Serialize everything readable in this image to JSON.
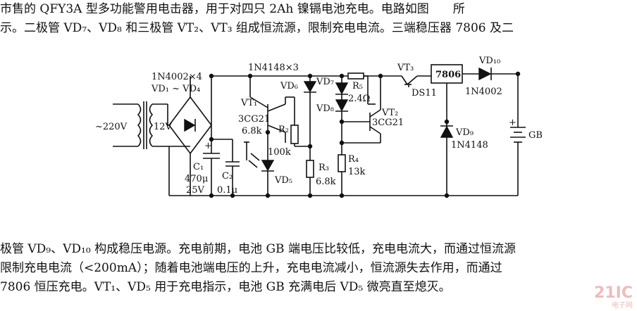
{
  "paragraph1": {
    "lines": [
      "市售的 QFY3A 型多功能警用电击器，用于对四只 2Ah 镍镉电池充电。电路如图　　所",
      "示。二极管 VD₇、VD₈ 和三极管 VT₂、VT₃ 组成恒流源，限制充电电流。三端稳压器 7806 及二"
    ]
  },
  "paragraph2": {
    "lines": [
      "极管 VD₉、VD₁₀ 构成稳压电源。充电前期，电池 GB 端电压比较低，充电电流大，而通过恒流源",
      "限制充电电流（<200mA）；随着电池端电压的上升，充电电流减小，恒流源失去作用，而通过",
      "7806 恒压充电。VT₁、VD₅ 用于充电指示，电池 GB 充满电后 VD₅ 微亮直至熄灭。"
    ]
  },
  "schematic": {
    "labels": {
      "bridge_part": "1N4002×4",
      "bridge_ref": "VD₁ ~ VD₄",
      "mains": "~220V",
      "secondary": "12V",
      "c1_ref": "C₁",
      "c1_val": "470μ",
      "c1_volt": "25V",
      "c2_ref": "C₂",
      "c2_val": "0.1μ",
      "diode_set": "1N4148×3",
      "vt1_ref": "VT₁",
      "vt1_part": "3CG21",
      "r1_val": "6.8k",
      "r2_ref": "R₂",
      "r2_val": "100k",
      "vd5_ref": "VD₅",
      "vd6_ref": "VD₆",
      "vd7_ref": "VD₇",
      "vd8_ref": "VD₈",
      "r5_ref": "R₅",
      "r5_val": "2.4Ω",
      "r3_ref": "R₃",
      "r3_val": "6.8k",
      "r4_ref": "R₄",
      "r4_val": "13k",
      "vt2_ref": "VT₂",
      "vt2_part": "3CG21",
      "vt3_ref": "VT₃",
      "vt3_part": "DS11",
      "reg": "7806",
      "vd10_ref": "VD₁₀",
      "vd10_part": "1N4002",
      "vd9_ref": "VD₉",
      "vd9_part": "1N4148",
      "battery": "GB"
    }
  },
  "watermark": {
    "brand": "21IC",
    "sub": "电子网"
  }
}
